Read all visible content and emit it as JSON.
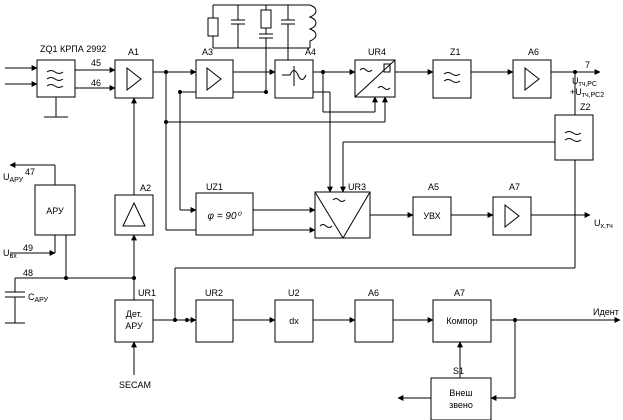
{
  "labels": {
    "zq1": "ZQ1 КРПА 2992",
    "a1": "A1",
    "a3": "A3",
    "a4": "A4",
    "ur4": "UR4",
    "z1": "Z1",
    "a6_top": "A6",
    "z2": "Z2",
    "pin45": "45",
    "pin46": "46",
    "pin7": "7",
    "pin47": "47",
    "pin49": "49",
    "pin48": "48",
    "a2": "A2",
    "uz1": "UZ1",
    "ur3": "UR3",
    "a5": "A5",
    "a7_mid": "A7",
    "ur1": "UR1",
    "ur2": "UR2",
    "u2": "U2",
    "a6_bot": "A6",
    "a7_bot": "A7",
    "s1": "S1"
  },
  "blocks": {
    "aru": "АРУ",
    "uvx": "УВХ",
    "det_aru_line1": "Дет.",
    "det_aru_line2": "АРУ",
    "dx": "dx",
    "kompor": "Компор",
    "vnesh_line1": "Внеш",
    "vnesh_line2": "звено",
    "phase": "φ = 90⁰"
  },
  "signals": {
    "u_aru_main": "U",
    "u_aru_sub": "АРУ",
    "u_vx_main": "U",
    "u_vx_sub": "вх",
    "c_aru_main": "C",
    "c_aru_sub": "АРУ",
    "u_out1_main": "U",
    "u_out1_sub": "тч,РС",
    "u_out2_main": "+U",
    "u_out2_sub": "тч,РС2",
    "u_chrom_main": "U",
    "u_chrom_sub": "х,тч",
    "ident": "Идент",
    "secam": "SECAM"
  }
}
